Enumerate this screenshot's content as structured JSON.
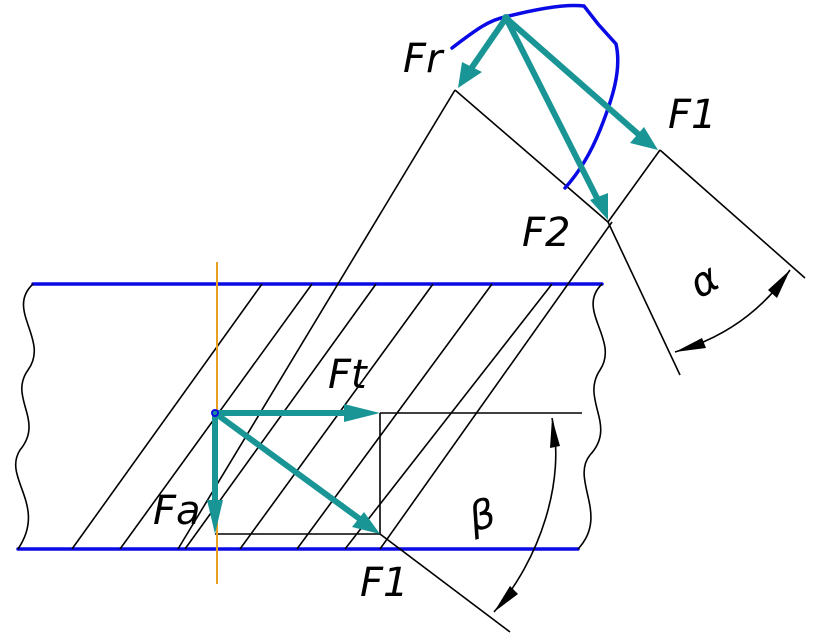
{
  "labels": {
    "fr": "Fr",
    "f1_top": "F1",
    "f2": "F2",
    "alpha": "α",
    "ft": "Ft",
    "fa": "Fa",
    "f1_bottom": "F1",
    "beta": "β"
  },
  "colors": {
    "outline": "#0a0ae6",
    "force_vector": "#1a9595",
    "axis_line": "#e8a020",
    "construction": "#000000"
  }
}
